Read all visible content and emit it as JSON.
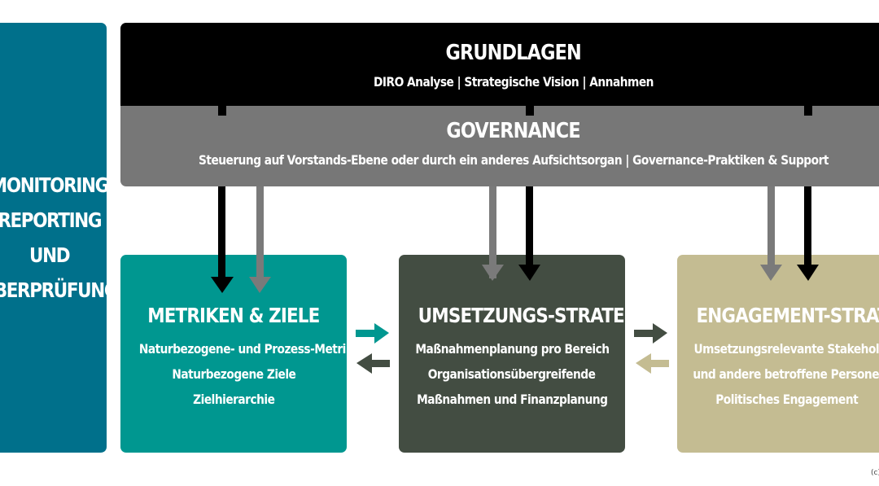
{
  "colors": {
    "left_panel": "#00708b",
    "grundlagen": "#000000",
    "governance": "#777777",
    "metriken": "#009790",
    "umsetzung": "#434d42",
    "engagement": "#c4bc92",
    "arrow_black": "#000000",
    "arrow_gray": "#7a7a7a"
  },
  "left_panel": {
    "lines": [
      "MONITORING",
      "REPORTING",
      "UND",
      "ÜBERPRÜFUNG"
    ]
  },
  "grundlagen": {
    "title": "GRUNDLAGEN",
    "subtitle": "DIRO Analyse | Strategische Vision  | Annahmen"
  },
  "governance": {
    "title": "GOVERNANCE",
    "subtitle": "Steuerung auf Vorstands-Ebene oder durch ein anderes Aufsichtsorgan | Governance-Praktiken & Support"
  },
  "cards": {
    "metriken": {
      "title": "METRIKEN & ZIELE",
      "lines": [
        "Naturbezogene- und Prozess-Metriken",
        "Naturbezogene Ziele",
        "Zielhierarchie"
      ]
    },
    "umsetzung": {
      "title": "UMSETZUNGS-STRATEGIE",
      "lines": [
        "Maßnahmenplanung  pro Bereich",
        "Organisationsübergreifende",
        "Maßnahmen  und  Finanzplanung"
      ]
    },
    "engagement": {
      "title": "ENGAGEMENT-STRATEGIE",
      "lines": [
        "Umsetzungsrelevante Stakeholder",
        "und andere betroffene Personen",
        "Politisches Engagement"
      ]
    }
  },
  "footer": {
    "copyright": "(c)"
  }
}
